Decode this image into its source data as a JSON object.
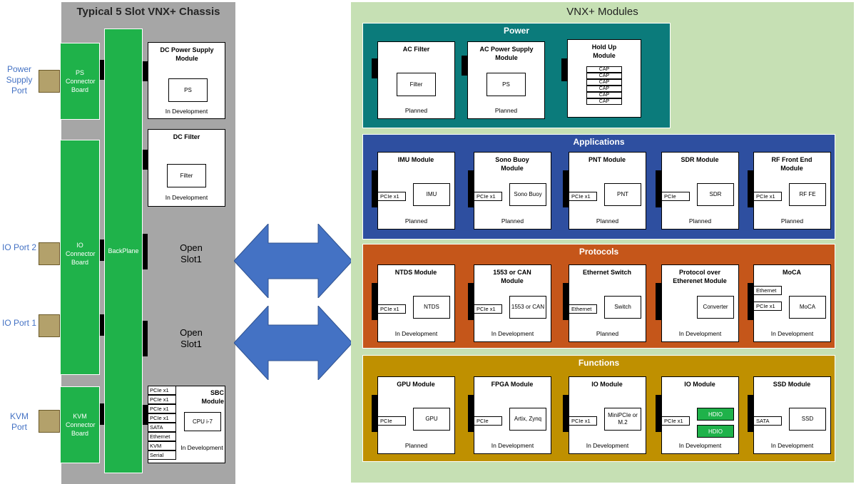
{
  "chassis": {
    "title": "Typical 5 Slot VNX+  Chassis",
    "ports": {
      "power": "Power Supply Port",
      "io2": "IO Port 2",
      "io1": "IO Port 1",
      "kvm": "KVM Port"
    },
    "boards": {
      "ps": "PS Connector Board",
      "io": "IO Connector Board",
      "kvm": "KVM Connector Board",
      "backplane": "BackPlane"
    },
    "dc_psu": {
      "title": "DC Power Supply Module",
      "inner": "PS",
      "status": "In Development"
    },
    "dc_filter": {
      "title": "DC Filter",
      "inner": "Filter",
      "status": "In Development"
    },
    "open_slot_1": "Open Slot1",
    "open_slot_2": "Open Slot1",
    "sbc": {
      "title": "SBC Module",
      "inner": "CPU i-7",
      "status": "In Development",
      "interfaces": [
        "PCIe x1",
        "PCIe x1",
        "PCIe x1",
        "PCIe x1",
        "SATA",
        "Ethernet",
        "KVM",
        "Serial"
      ]
    }
  },
  "right": {
    "title": "VNX+ Modules",
    "power": {
      "title": "Power",
      "ac_filter": {
        "title": "AC Filter",
        "inner": "Filter",
        "status": "Planned"
      },
      "ac_psu": {
        "title": "AC Power Supply Module",
        "inner": "PS",
        "status": "Planned"
      },
      "holdup": {
        "title": "Hold Up Module",
        "caps": [
          "CAP",
          "CAP",
          "CAP",
          "CAP",
          "CAP",
          "CAP"
        ]
      }
    },
    "applications": {
      "title": "Applications",
      "modules": [
        {
          "title": "IMU Module",
          "iface": "PCIe x1",
          "inner": "IMU",
          "status": "Planned"
        },
        {
          "title": "Sono Buoy Module",
          "iface": "PCIe x1",
          "inner": "Sono Buoy",
          "status": "Planned"
        },
        {
          "title": "PNT Module",
          "iface": "PCIe x1",
          "inner": "PNT",
          "status": "Planned"
        },
        {
          "title": "SDR Module",
          "iface": "PCIe",
          "inner": "SDR",
          "status": "Planned"
        },
        {
          "title": "RF Front End Module",
          "iface": "PCIe x1",
          "inner": "RF FE",
          "status": "Planned"
        }
      ]
    },
    "protocols": {
      "title": "Protocols",
      "modules": [
        {
          "title": "NTDS Module",
          "iface": "PCIe x1",
          "inner": "NTDS",
          "status": "In Development"
        },
        {
          "title": "1553 or CAN Module",
          "iface": "PCIe x1",
          "inner": "1553 or CAN",
          "status": "In Development"
        },
        {
          "title": "Ethernet Switch",
          "iface": "Ethernet",
          "inner": "Switch",
          "status": "Planned"
        },
        {
          "title": "Protocol over Etherenet Module",
          "iface": "",
          "inner": "Converter",
          "status": "In Development"
        },
        {
          "title": "MoCA",
          "iface": "Ethernet",
          "iface2": "PCIe x1",
          "inner": "MoCA",
          "status": "In Development"
        }
      ]
    },
    "functions": {
      "title": "Functions",
      "modules": [
        {
          "title": "GPU Module",
          "iface": "PCIe",
          "inner": "GPU",
          "status": "Planned"
        },
        {
          "title": "FPGA Module",
          "iface": "PCIe",
          "inner": "Artix, Zynq",
          "status": "In Development"
        },
        {
          "title": "IO Module",
          "iface": "PCIe x1",
          "inner": "MiniPCIe or M.2",
          "status": "In Development"
        },
        {
          "title": "IO Module",
          "iface": "PCIe x1",
          "hdio": [
            "HDIO",
            "HDIO"
          ],
          "status": "In Development"
        },
        {
          "title": "SSD Module",
          "iface": "SATA",
          "inner": "SSD",
          "status": "In Development"
        }
      ]
    }
  },
  "colors": {
    "chassis_bg": "#a6a6a6",
    "board_green": "#1fb24a",
    "right_bg": "#c6e0b4",
    "power": "#0b7b7b",
    "applications": "#2e4fa0",
    "protocols": "#c5561a",
    "functions": "#bf9000",
    "arrow": "#4472c4",
    "port_label": "#4472c4"
  }
}
